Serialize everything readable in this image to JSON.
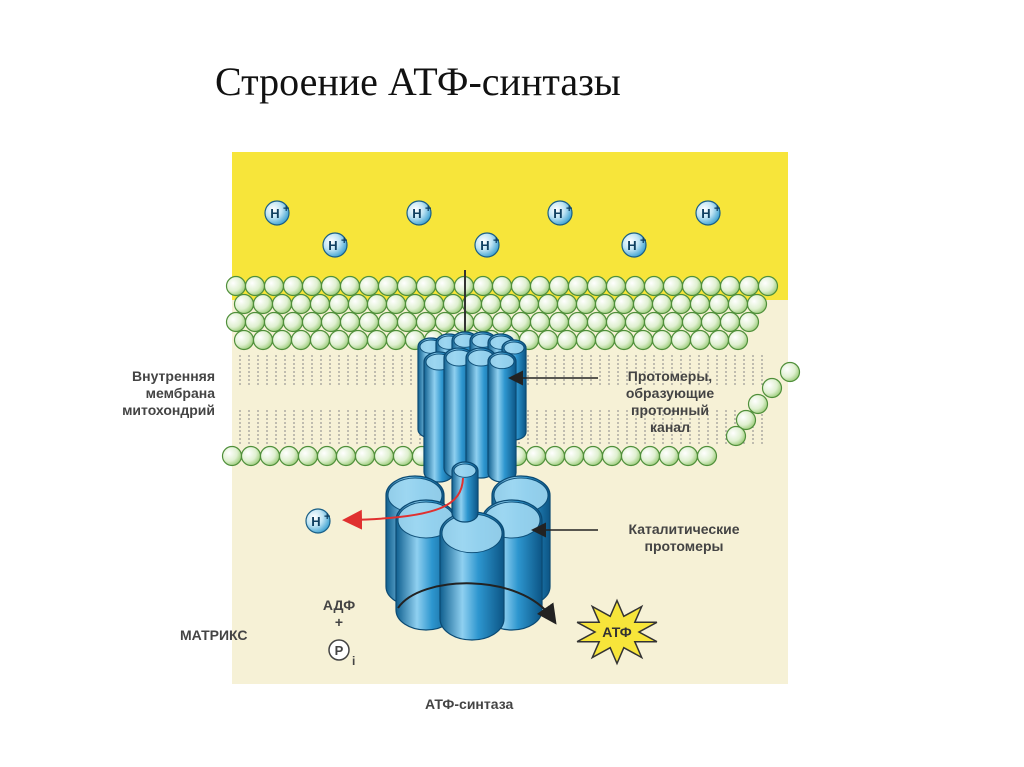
{
  "title": "Строение АТФ-синтазы",
  "labels": {
    "membrane": [
      "Внутренняя",
      "мембрана",
      "митохондрий"
    ],
    "proton_channel": [
      "Протомеры,",
      "образующие",
      "протонный",
      "канал"
    ],
    "catalytic": [
      "Каталитические",
      "протомеры"
    ],
    "matrix": "МАТРИКС",
    "adp": "АДФ",
    "plus": "+",
    "phosphate": "P",
    "phosphate_sub": "i",
    "atp": "АТФ",
    "caption": "АТФ-синтаза",
    "proton": "H",
    "proton_sup": "+"
  },
  "colors": {
    "intermembrane": "#f7e53a",
    "matrix": "#f6f1d6",
    "lipid_head": "#8fcf6f",
    "protein": "#2d96cf",
    "proton_flow": "#e0302f",
    "atp_star": "#f7e53a"
  }
}
